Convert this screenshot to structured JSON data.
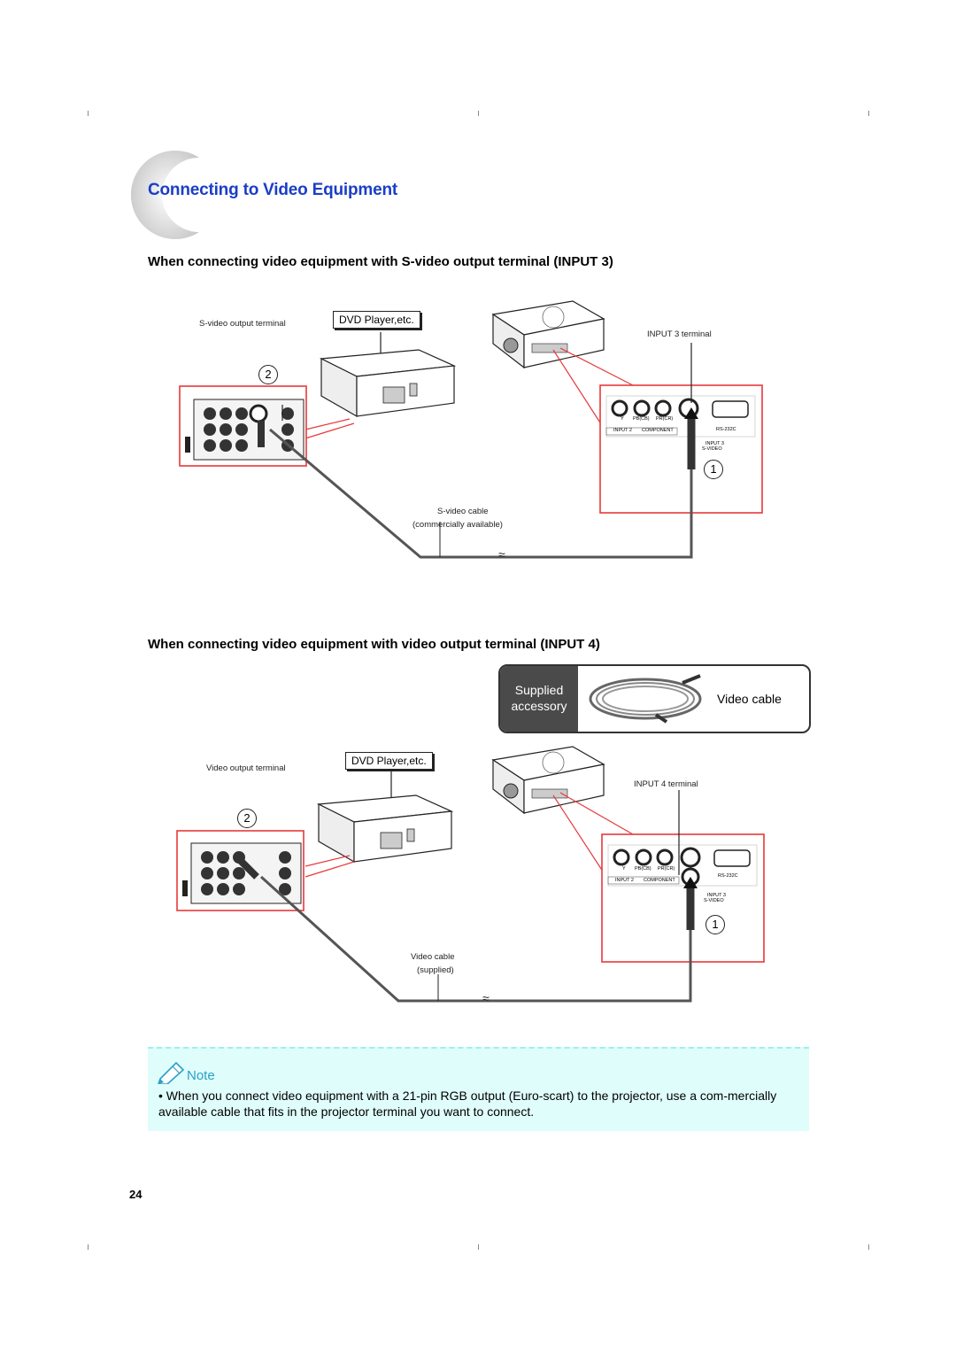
{
  "page": {
    "title": "Connecting to Video Equipment",
    "page_number": "24"
  },
  "section1": {
    "heading": "When connecting video equipment with S-video output terminal (INPUT 3)",
    "source_terminal_label": "S-video output terminal",
    "device_label": "DVD Player,etc.",
    "projector_terminal_label": "INPUT 3 terminal",
    "cable_label_line1": "S-video cable",
    "cable_label_line2": "(commercially available)",
    "step1": "1",
    "step2": "2"
  },
  "section2": {
    "heading": "When connecting video equipment with video output terminal (INPUT 4)",
    "supplied_line1": "Supplied",
    "supplied_line2": "accessory",
    "supplied_item": "Video cable",
    "source_terminal_label": "Video output terminal",
    "device_label": "DVD Player,etc.",
    "projector_terminal_label": "INPUT 4 terminal",
    "cable_label_line1": "Video cable",
    "cable_label_line2": "(supplied)",
    "step1": "1",
    "step2": "2"
  },
  "panel_labels": {
    "y": "Y",
    "pb": "PB(CB)",
    "pr": "PR(CR)",
    "rs232c": "RS-232C",
    "input2": "INPUT 2",
    "component": "COMPONENT",
    "input3": "INPUT 3",
    "svideo": "S-VIDEO"
  },
  "note": {
    "heading": "Note",
    "text": "• When you connect video equipment with a 21-pin RGB output (Euro-scart) to the projector, use a com-mercially available cable that fits in the projector terminal you want to connect."
  },
  "colors": {
    "title": "#1a3ec8",
    "highlight": "#e8393a",
    "note_bg": "#dffdfb"
  }
}
